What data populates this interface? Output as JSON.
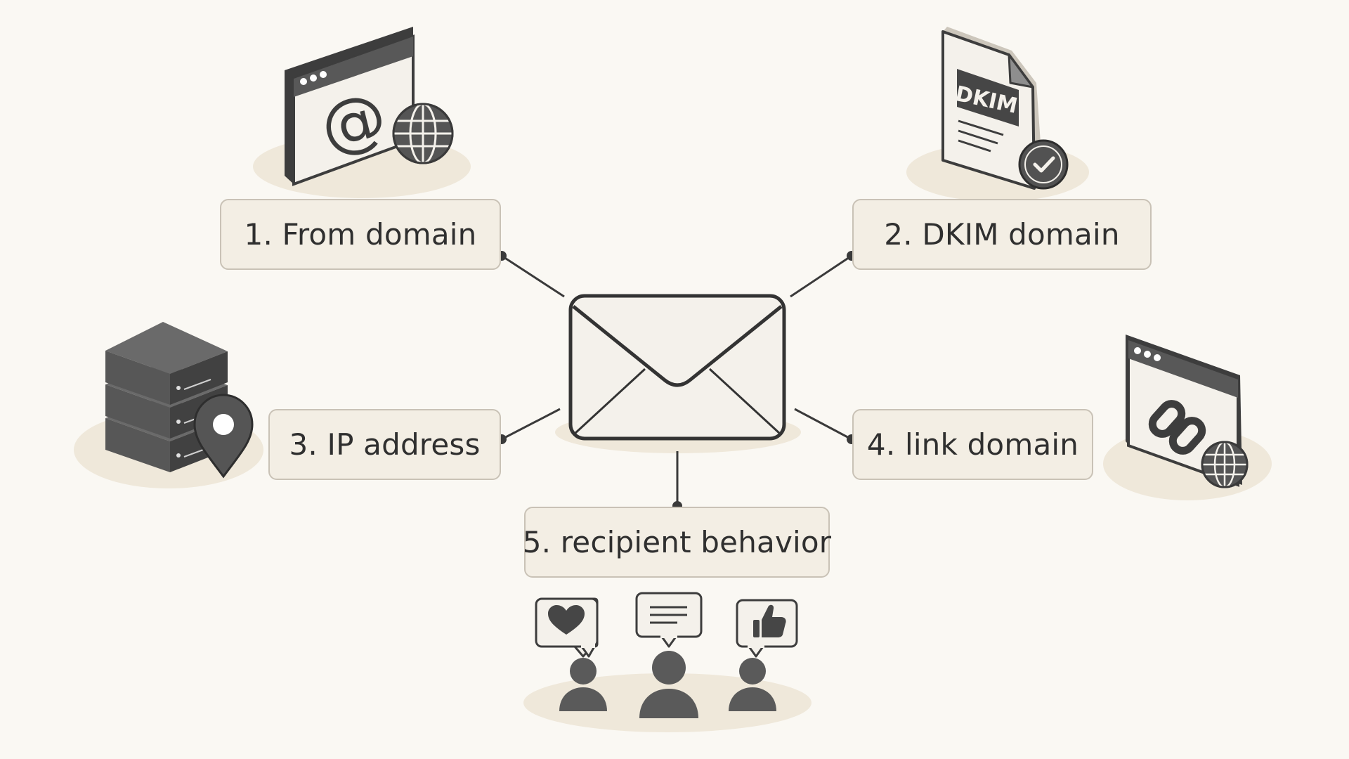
{
  "diagram": {
    "center": {
      "icon": "envelope-icon"
    },
    "factors": [
      {
        "id": "from-domain",
        "label": "1. From domain",
        "icon": "browser-at-globe-icon"
      },
      {
        "id": "dkim-domain",
        "label": "2. DKIM domain",
        "icon": "dkim-document-check-icon",
        "icon_text": "DKIM"
      },
      {
        "id": "ip-address",
        "label": "3. IP address",
        "icon": "server-location-pin-icon"
      },
      {
        "id": "link-domain",
        "label": "4. link domain",
        "icon": "browser-link-globe-icon"
      },
      {
        "id": "recipient-behavior",
        "label": "5. recipient behavior",
        "icon": "people-reactions-icon"
      }
    ]
  },
  "colors": {
    "background": "#faf8f3",
    "label_fill": "#f3eee4",
    "label_border": "#c9c2b6",
    "icon_dark": "#4a4a4a",
    "line": "#3a3a3a",
    "shadow": "#efe8da"
  }
}
